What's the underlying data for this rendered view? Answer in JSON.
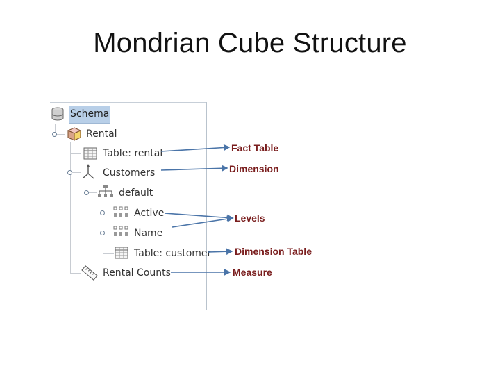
{
  "title": "Mondrian Cube Structure",
  "tree": {
    "schema": "Schema",
    "cube": "Rental",
    "fact_table": "Table: rental",
    "dimension": "Customers",
    "hierarchy": "default",
    "level_1": "Active",
    "level_2": "Name",
    "dimension_table": "Table: customer",
    "measure": "Rental Counts"
  },
  "annotations": {
    "fact_table": "Fact Table",
    "dimension": "Dimension",
    "levels": "Levels",
    "dimension_table": "Dimension Table",
    "measure": "Measure"
  },
  "colors": {
    "annotation_text": "#7a1e1e",
    "arrow": "#4a74a8",
    "selection": "#b8cfe8"
  }
}
